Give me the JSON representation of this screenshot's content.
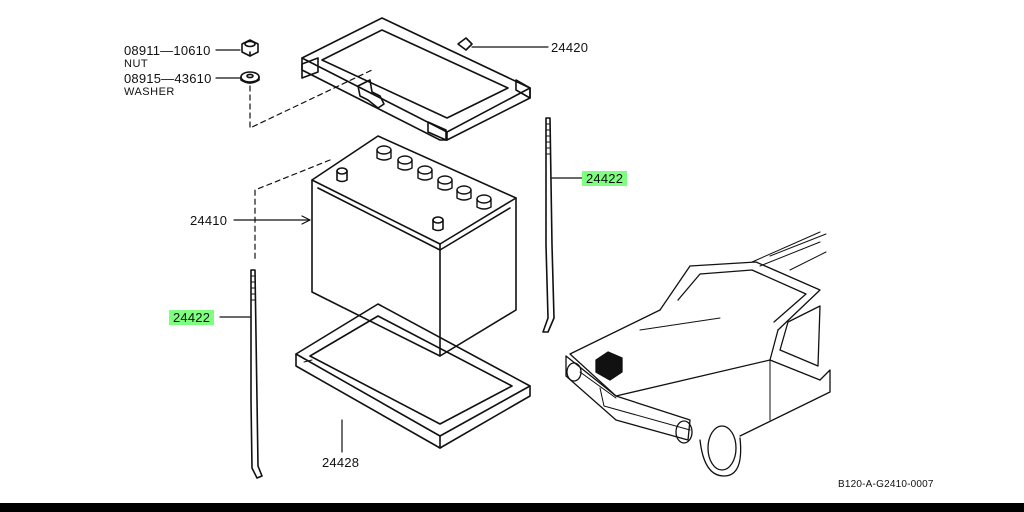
{
  "labels": {
    "nut_part": "08911—10610",
    "nut_name": "NUT",
    "washer_part": "08915—43610",
    "washer_name": "WASHER",
    "hold_down_frame": "24420",
    "rod_right": "24422",
    "battery": "24410",
    "rod_left": "24422",
    "tray": "24428",
    "diagram_code": "B120-A-G2410-0007"
  },
  "colors": {
    "highlight": "#7fff7f",
    "line": "#111111"
  }
}
